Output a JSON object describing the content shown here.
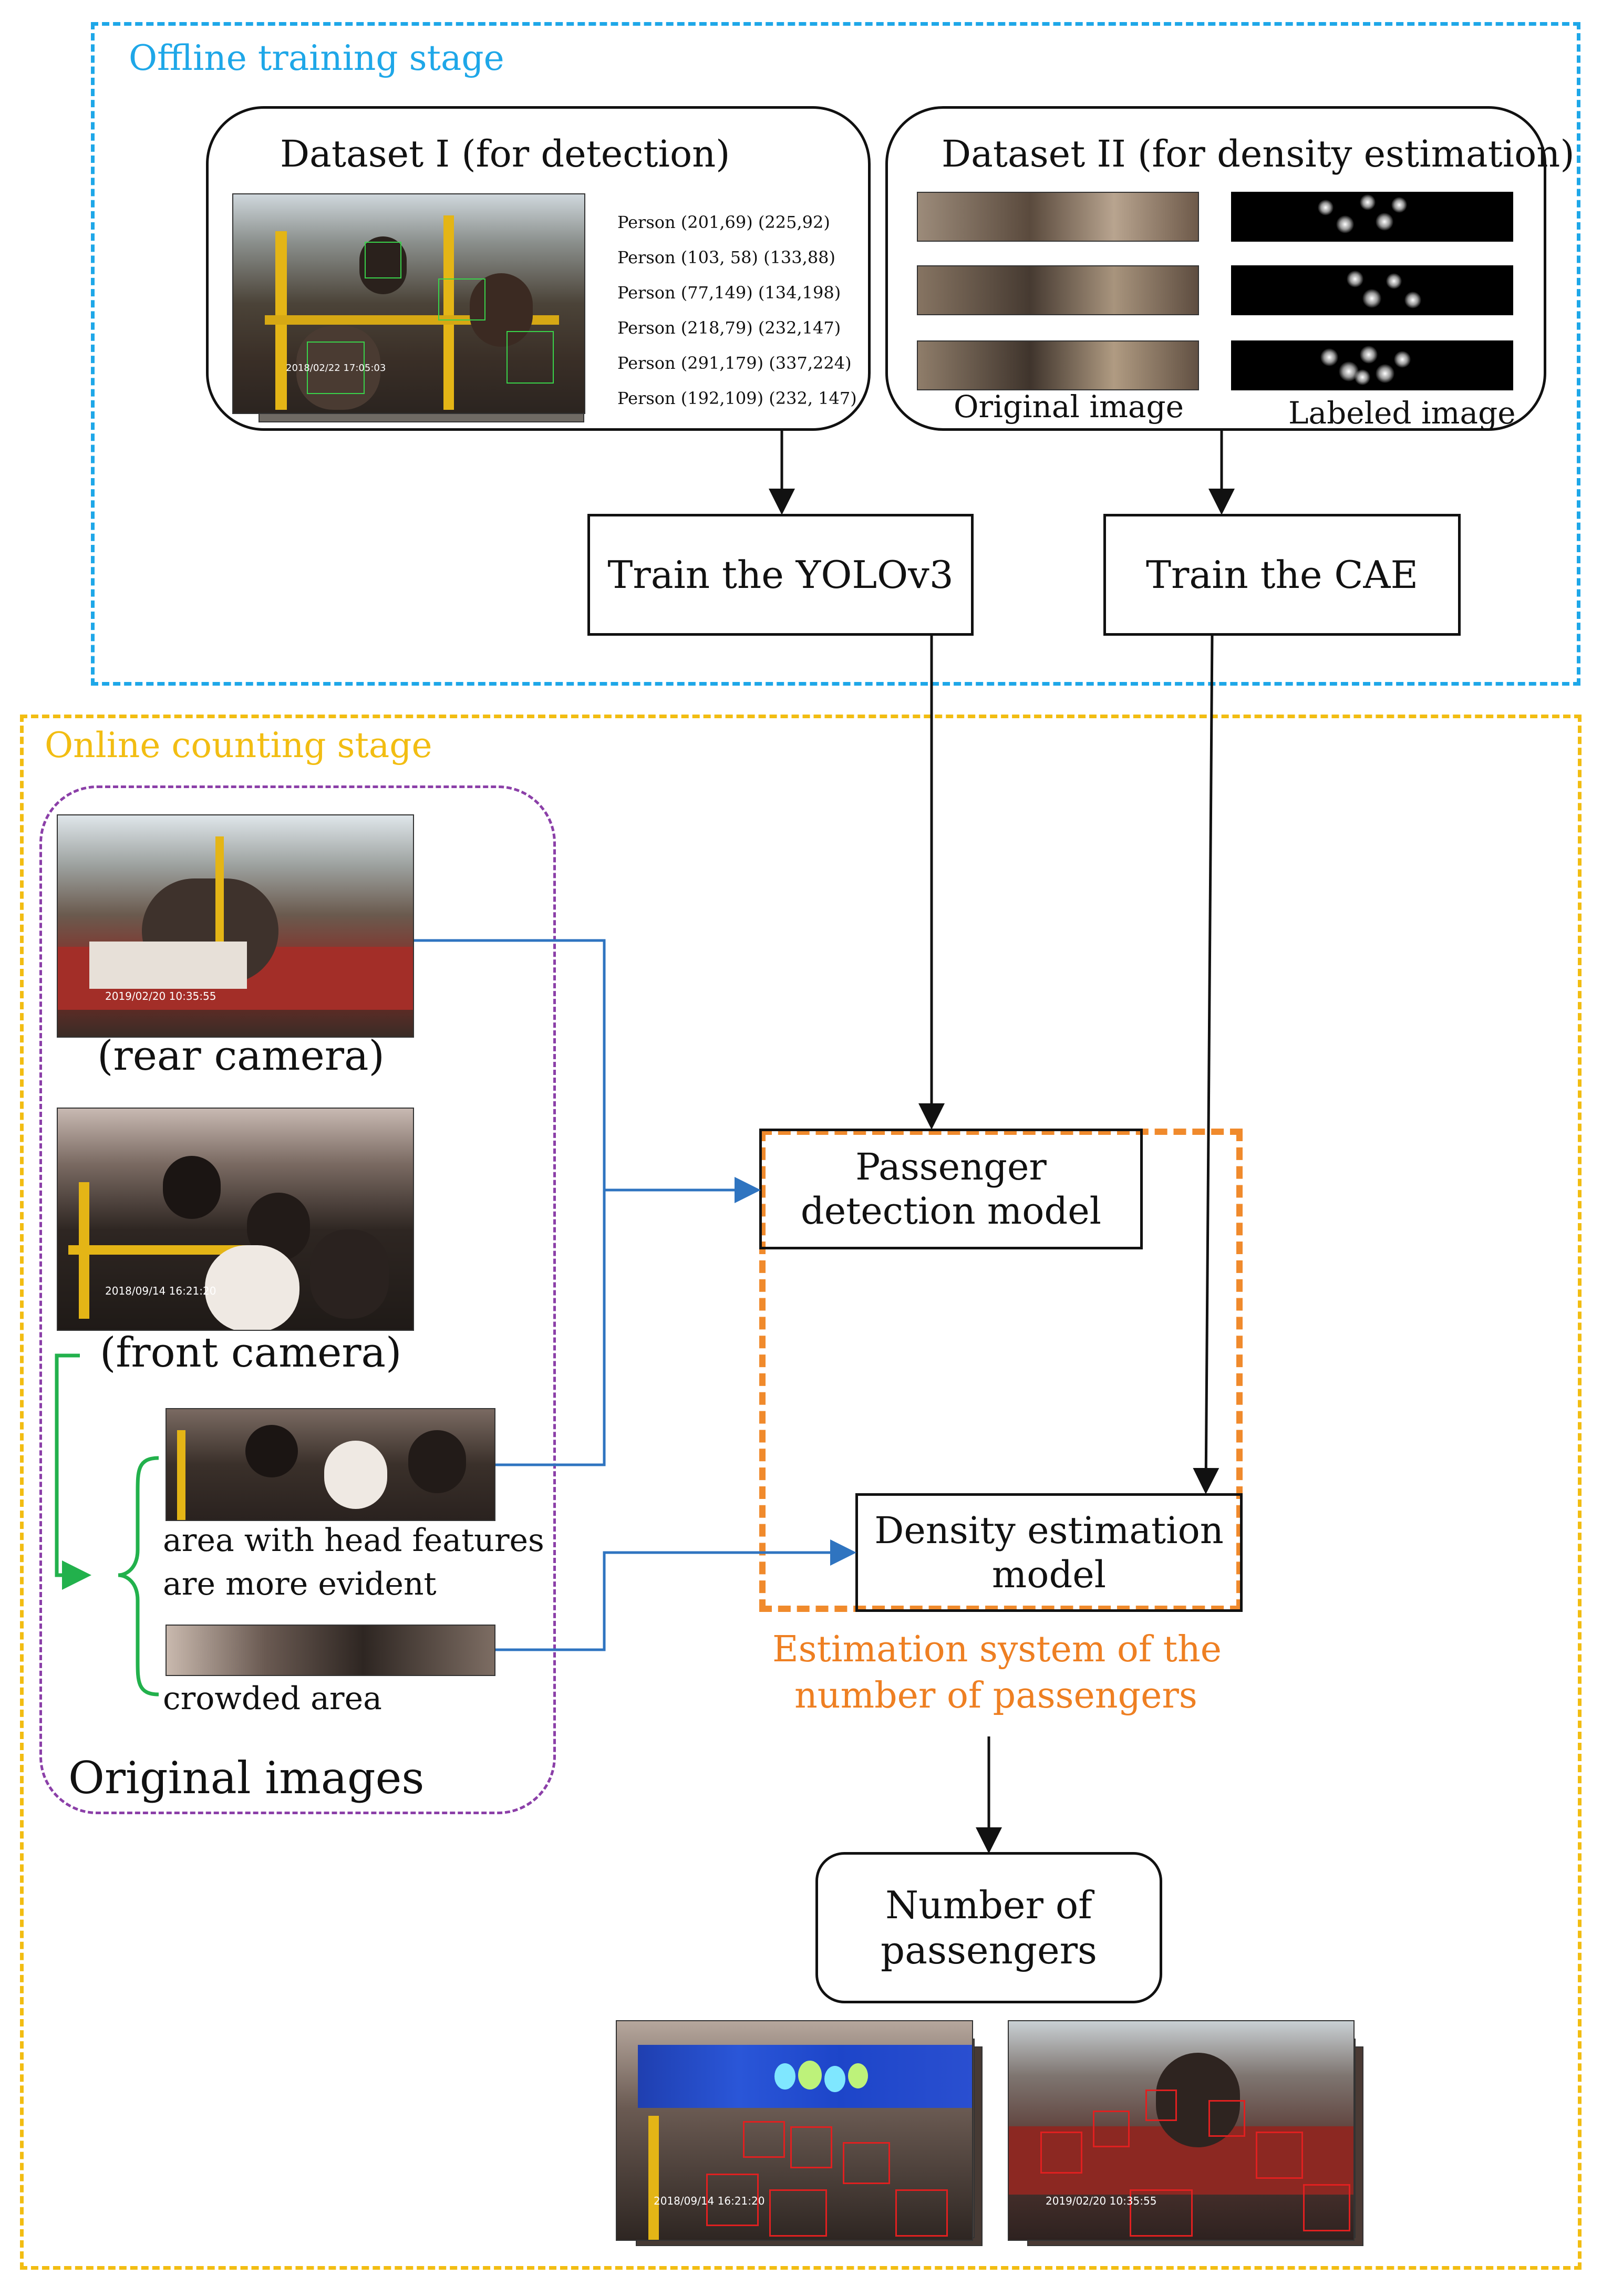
{
  "offline_stage": {
    "title": "Offline training stage",
    "dataset1": {
      "title": "Dataset I (for detection)",
      "timestamp": "2018/02/22 17:05:03",
      "annotations": [
        "Person (201,69) (225,92)",
        "Person (103, 58) (133,88)",
        "Person (77,149) (134,198)",
        "Person (218,79) (232,147)",
        "Person (291,179) (337,224)",
        "Person (192,109) (232, 147)"
      ]
    },
    "dataset2": {
      "title": "Dataset II (for density estimation)",
      "original_label": "Original image",
      "labeled_label": "Labeled image"
    },
    "train_yolo": "Train the YOLOv3",
    "train_cae": "Train the CAE"
  },
  "online_stage": {
    "title": "Online counting stage",
    "rear_camera": "(rear camera)",
    "rear_timestamp": "2019/02/20 10:35:55",
    "front_camera": "(front camera)",
    "front_timestamp": "2018/09/14 16:21:20",
    "head_area": [
      "area with head features",
      "are more evident"
    ],
    "crowded_area": "crowded area",
    "original_images": "Original images",
    "detection_model": [
      "Passenger",
      "detection model"
    ],
    "density_model": [
      "Density estimation",
      "model"
    ],
    "system_label": [
      "Estimation system of the",
      "number of passengers"
    ],
    "number_box": [
      "Number of",
      "passengers"
    ],
    "result_timestamps": [
      "2018/09/14 16:21:20",
      "2019/02/20 10:35:55"
    ]
  },
  "colors": {
    "offline_border": "#1ea7e8",
    "online_border": "#f2bd12",
    "original_images_border": "#8b3fa8",
    "system_border": "#f08a2c",
    "system_text": "#ee7f22",
    "blue_arrow": "#2f74c0",
    "green_brace": "#22b14c"
  }
}
